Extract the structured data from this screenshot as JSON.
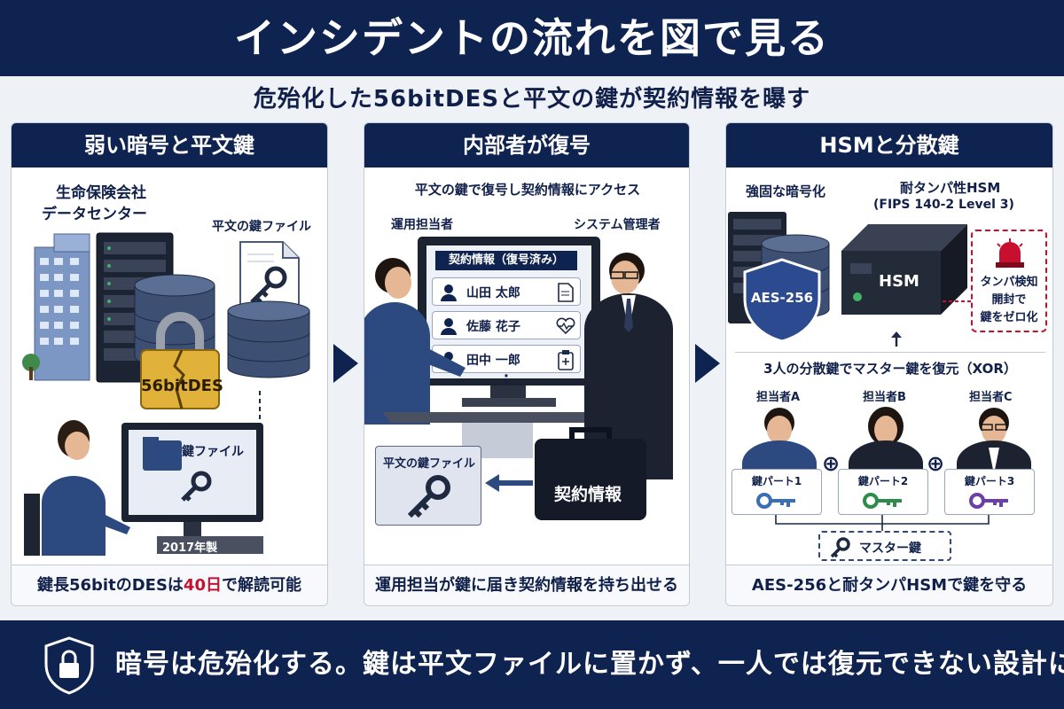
{
  "header": {
    "title": "インシデントの流れを図で見る"
  },
  "subtitle": "危殆化した56bitDESと平文の鍵が契約情報を曝す",
  "panel1": {
    "title": "弱い暗号と平文鍵",
    "dc_label_line1": "生命保険会社",
    "dc_label_line2": "データセンター",
    "keyfile_label": "平文の鍵ファイル",
    "lock_text": "56bitDES",
    "screen_label": "鍵ファイル",
    "year_label": "2017年製",
    "footer_pre": "鍵長56bitのDESは",
    "footer_red": "40日",
    "footer_post": "で解読可能"
  },
  "panel2": {
    "title": "内部者が復号",
    "caption": "平文の鍵で復号し契約情報にアクセス",
    "operator_label": "運用担当者",
    "admin_label": "システム管理者",
    "screen_title": "契約情報（復号済み）",
    "records": [
      "山田 太郎",
      "佐藤 花子",
      "田中 一郎"
    ],
    "ellipsis": "⋮",
    "keyfile_card": "平文の鍵ファイル",
    "case_label": "契約情報",
    "footer": "運用担当が鍵に届き契約情報を持ち出せる"
  },
  "panel3": {
    "title": "HSMと分散鍵",
    "strong_enc": "強固な暗号化",
    "hsm_title_line1": "耐タンパ性HSM",
    "hsm_title_line2": "(FIPS 140-2 Level 3)",
    "aes_shield": "AES-256",
    "hsm_box": "HSM",
    "tamper_line1": "タンパ検知",
    "tamper_line2": "開封で",
    "tamper_line3": "鍵をゼロ化",
    "split_caption": "3人の分散鍵でマスター鍵を復元（XOR）",
    "people": [
      {
        "name": "担当者A",
        "part": "鍵パート1"
      },
      {
        "name": "担当者B",
        "part": "鍵パート2"
      },
      {
        "name": "担当者C",
        "part": "鍵パート3"
      }
    ],
    "xor_symbol": "⊕",
    "master_key": "マスター鍵",
    "footer": "AES-256と耐タンパHSMで鍵を守る"
  },
  "footer": {
    "text": "暗号は危殆化する。鍵は平文ファイルに置かず、一人では復元できない設計に。"
  },
  "colors": {
    "navy": "#0f2350",
    "red": "#c8102e",
    "gold": "#e0b23a",
    "key_blue": "#3a6fb5",
    "key_green": "#2e8b4a",
    "key_purple": "#6a3fa8"
  }
}
